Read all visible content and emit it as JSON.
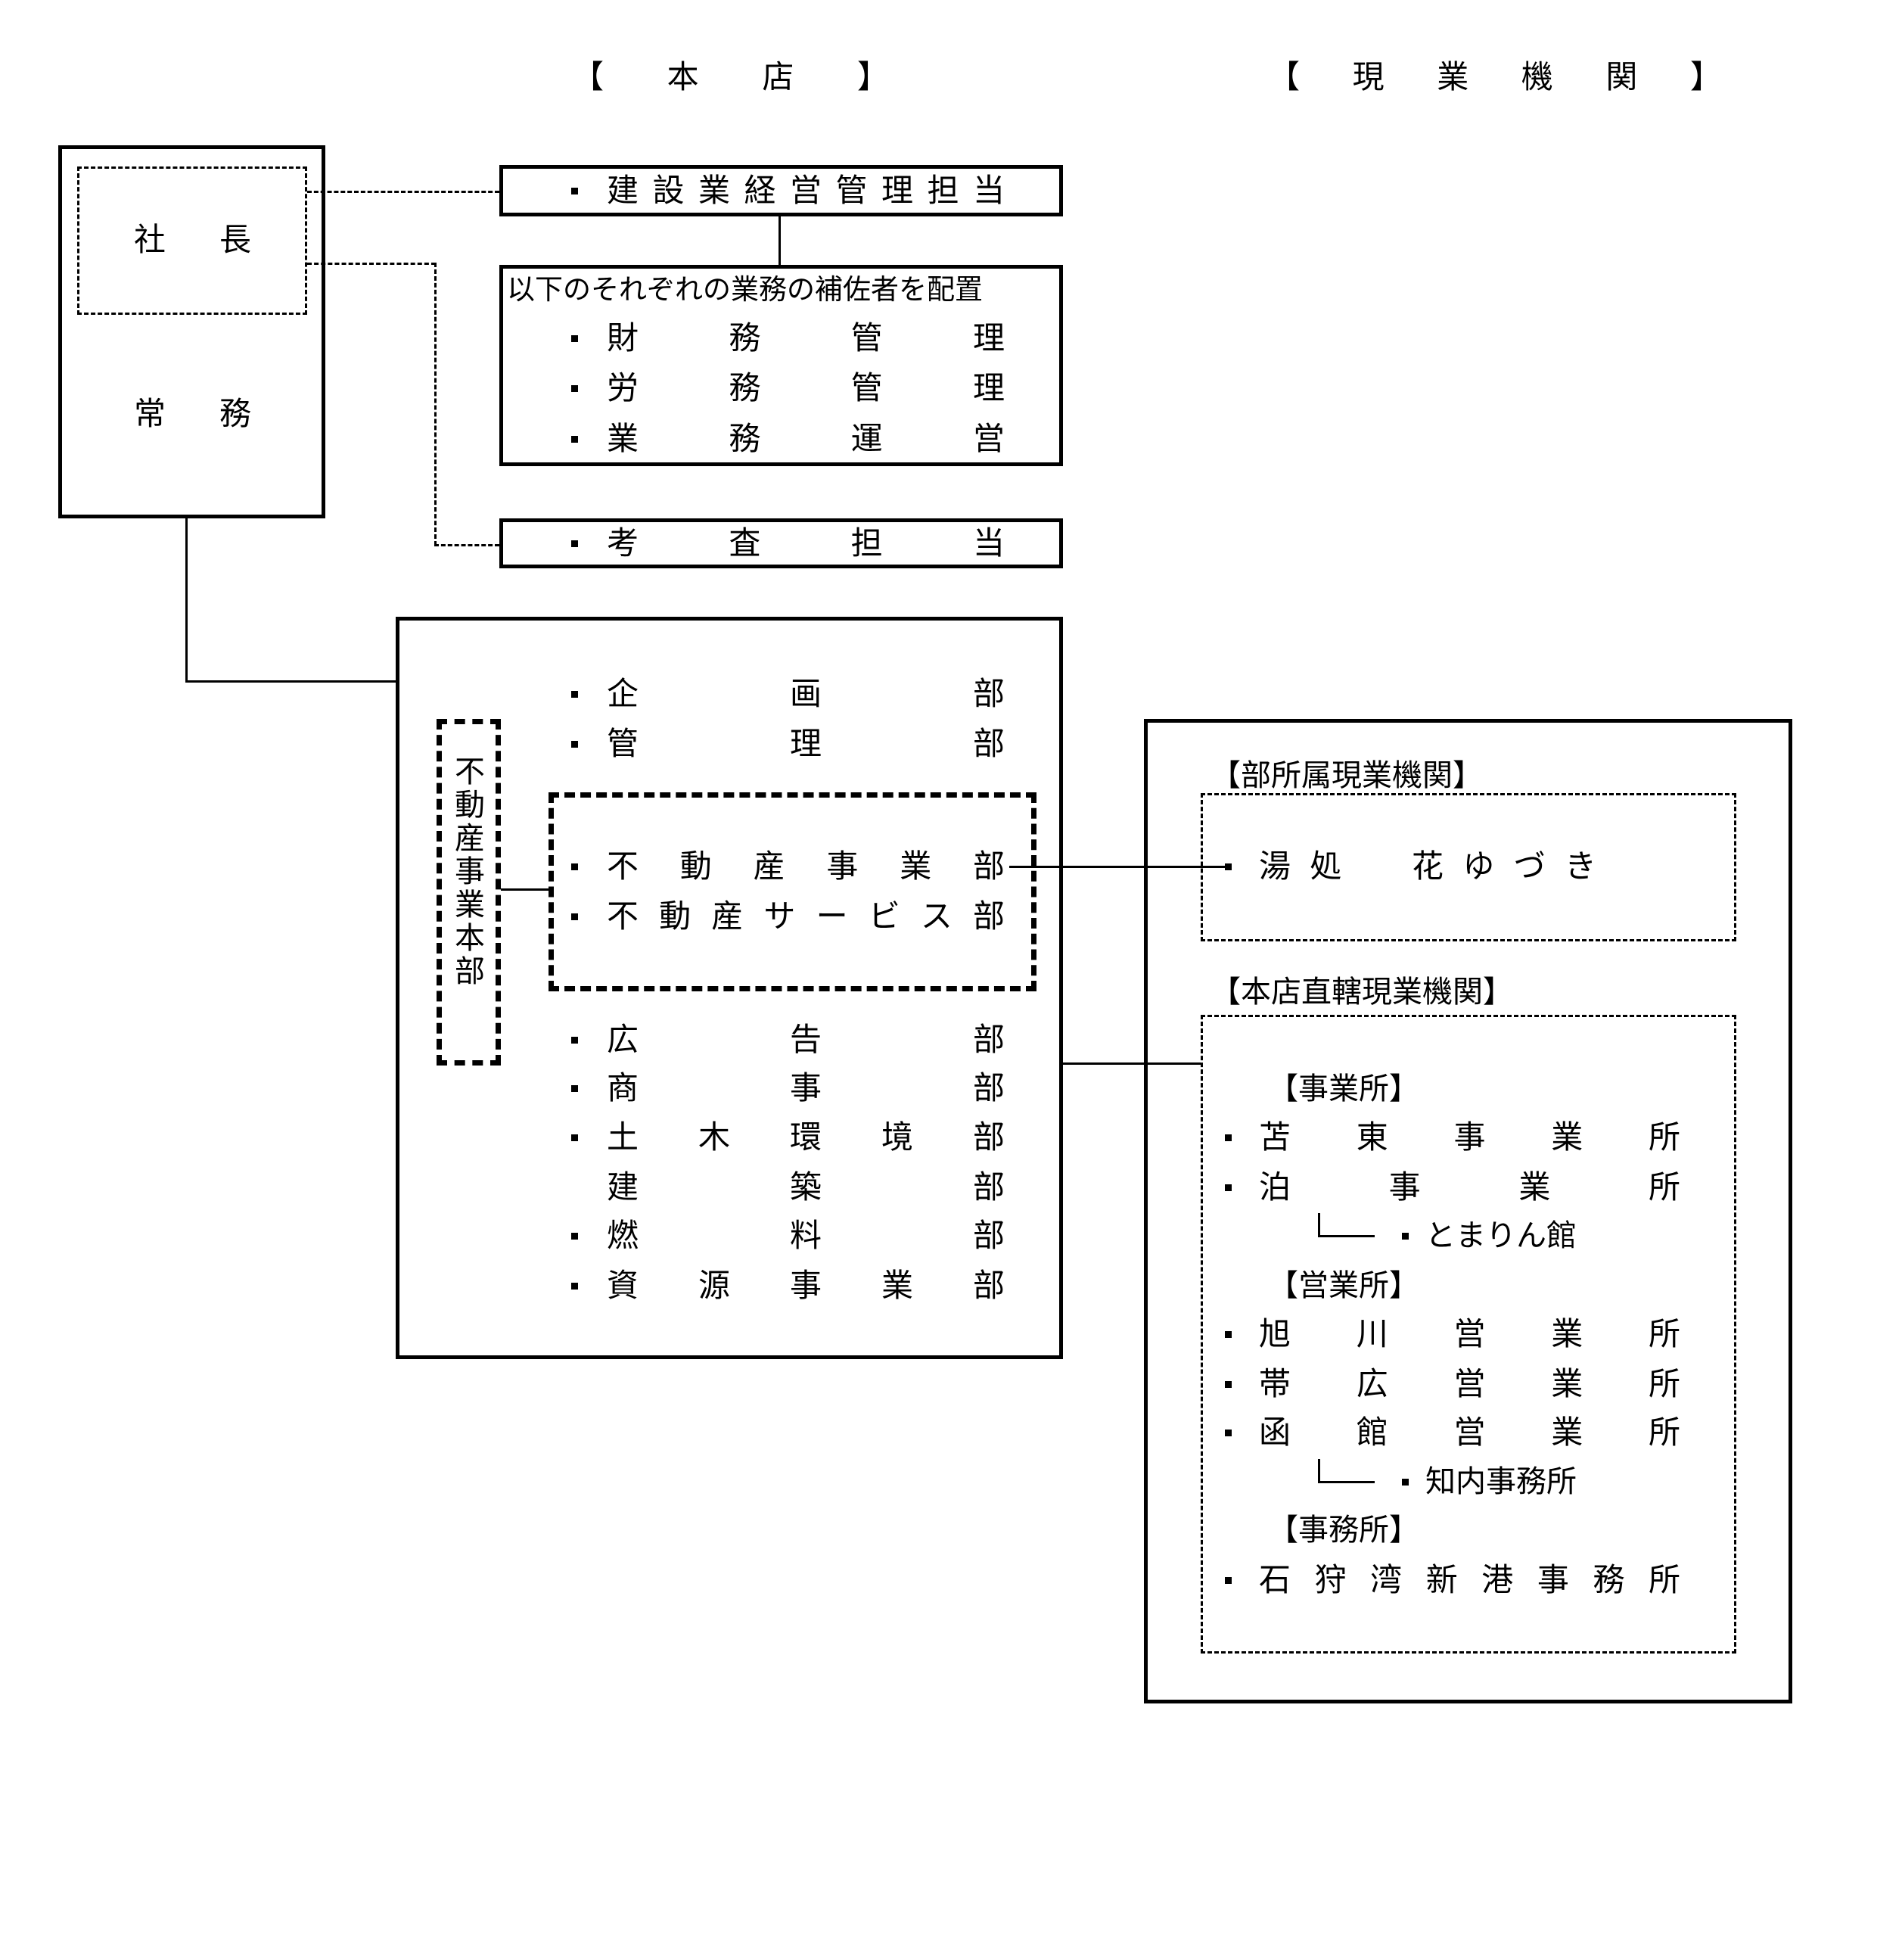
{
  "headers": {
    "honten": "【本店】",
    "gengyo": "【現業機関】"
  },
  "executive": {
    "president": "社長",
    "managing": "常務"
  },
  "staff": {
    "construction": "建設業経営管理担当",
    "assistant_title": "以下のそれぞれの業務の補佐者を配置",
    "assistants": [
      "財務管理",
      "労務管理",
      "業務運営"
    ],
    "audit": "考査担当"
  },
  "departments": {
    "headquarters_label": "不動産事業本部",
    "items": [
      "企画部",
      "管理部",
      "不動産事業部",
      "不動産サービス部",
      "広告部",
      "商事部",
      "土木環境部",
      "建築部",
      "燃料部",
      "資源事業部"
    ]
  },
  "field": {
    "dept_label": "【部所属現業機関】",
    "dept_item": "湯処　花ゆづき",
    "direct_label": "【本店直轄現業機関】",
    "jigyosho_label": "【事業所】",
    "jigyosho": [
      "苫東事業所",
      "泊事業所"
    ],
    "tomarin": "とまりん館",
    "eigyosho_label": "【営業所】",
    "eigyosho": [
      "旭川営業所",
      "帯広営業所",
      "函館営業所"
    ],
    "shiriuchi": "知内事務所",
    "jimusho_label": "【事務所】",
    "jimusho": [
      "石狩湾新港事務所"
    ]
  }
}
